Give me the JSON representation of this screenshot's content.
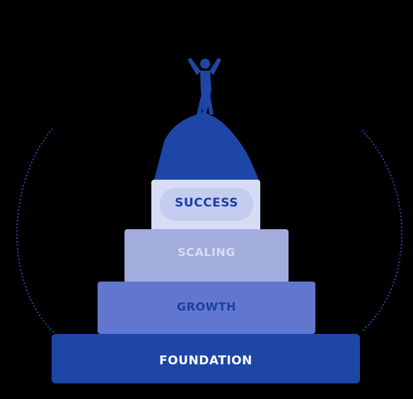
{
  "pyramid": {
    "tiers": [
      {
        "label": "SUCCESS",
        "fill": "#d6dcf3",
        "text_color": "#1e40a4"
      },
      {
        "label": "SCALING",
        "fill": "#a2acdd",
        "text_color": "#ffffff"
      },
      {
        "label": "GROWTH",
        "fill": "#6177cf",
        "text_color": "#1e3f9e"
      },
      {
        "label": "FOUNDATION",
        "fill": "#1d46a6",
        "text_color": "#ffffff"
      }
    ],
    "summit_color": "#1d46a6",
    "figure_icon": "person-arms-raised-icon",
    "arc_color": "#2348b8"
  }
}
